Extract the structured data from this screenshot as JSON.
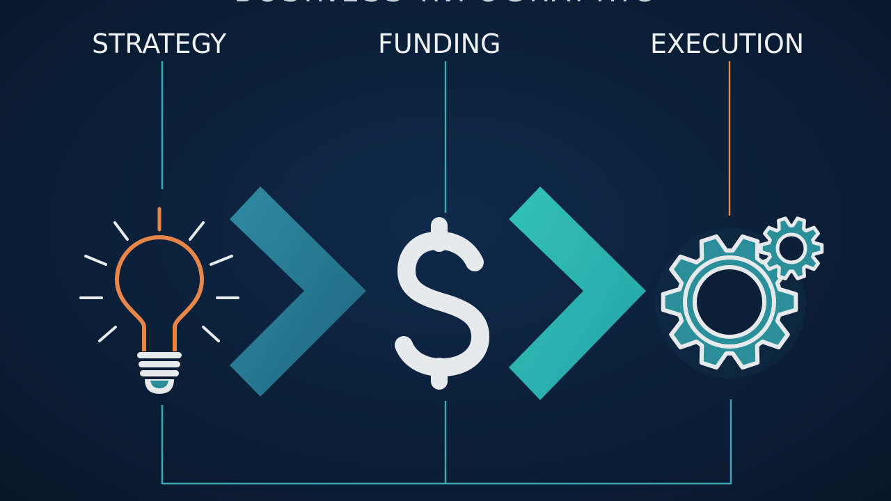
{
  "title": "BUSINESS INFOGRAPHIC",
  "steps": [
    {
      "label": "STRATEGY",
      "icon": "lightbulb-icon"
    },
    {
      "label": "FUNDING",
      "icon": "dollar-icon"
    },
    {
      "label": "EXECUTION",
      "icon": "gears-icon"
    }
  ],
  "colors": {
    "background": "#0b1f38",
    "teal_line": "#3fa6b6",
    "orange_accent": "#e8864a",
    "chevron_dark": "#2b7f97",
    "chevron_light": "#2fb8b5",
    "dollar": "#e6eaec",
    "gear": "#2a8f99"
  }
}
